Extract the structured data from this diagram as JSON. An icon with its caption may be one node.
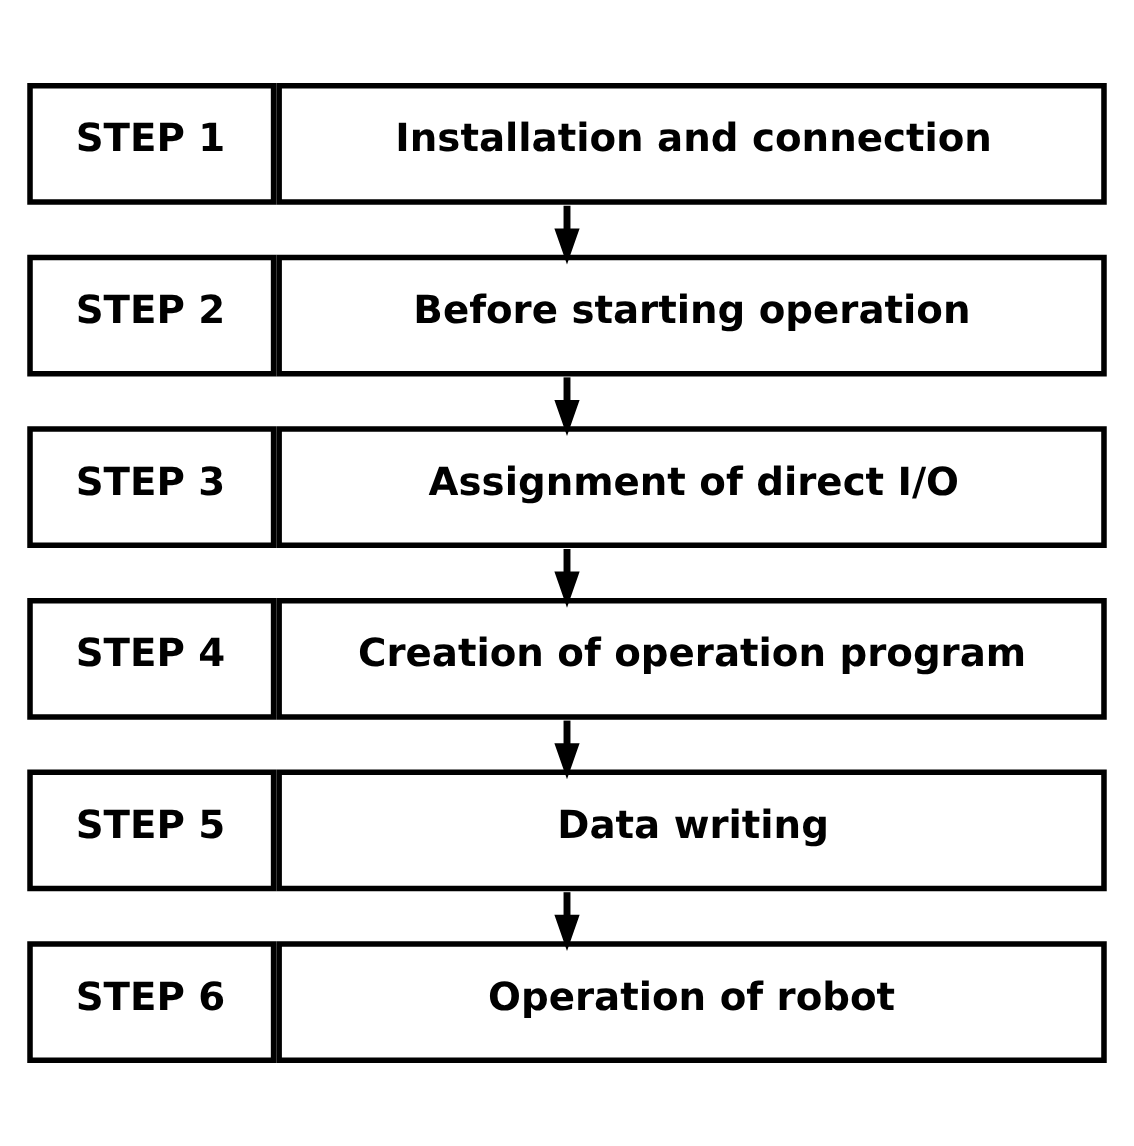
{
  "diagram": {
    "nodes": [
      {
        "text": [
          "STEP 1",
          "Installation and connection"
        ]
      },
      {
        "text": [
          "STEP 2",
          "Before starting operation"
        ]
      },
      {
        "text": [
          "STEP 3",
          "Assignment of direct I/O"
        ]
      },
      {
        "text": [
          "STEP 4",
          "Creation of operation program"
        ]
      },
      {
        "text": [
          "STEP 5",
          "Data writing"
        ]
      },
      {
        "text": [
          "STEP 6",
          "Operation of robot"
        ]
      }
    ],
    "edges": [
      {
        "from": 0,
        "to": 1,
        "arrow": "to"
      },
      {
        "from": 1,
        "to": 2,
        "arrow": "to"
      },
      {
        "from": 2,
        "to": 3,
        "arrow": "to"
      },
      {
        "from": 3,
        "to": 4,
        "arrow": "to"
      },
      {
        "from": 4,
        "to": 5,
        "arrow": "to"
      }
    ]
  }
}
